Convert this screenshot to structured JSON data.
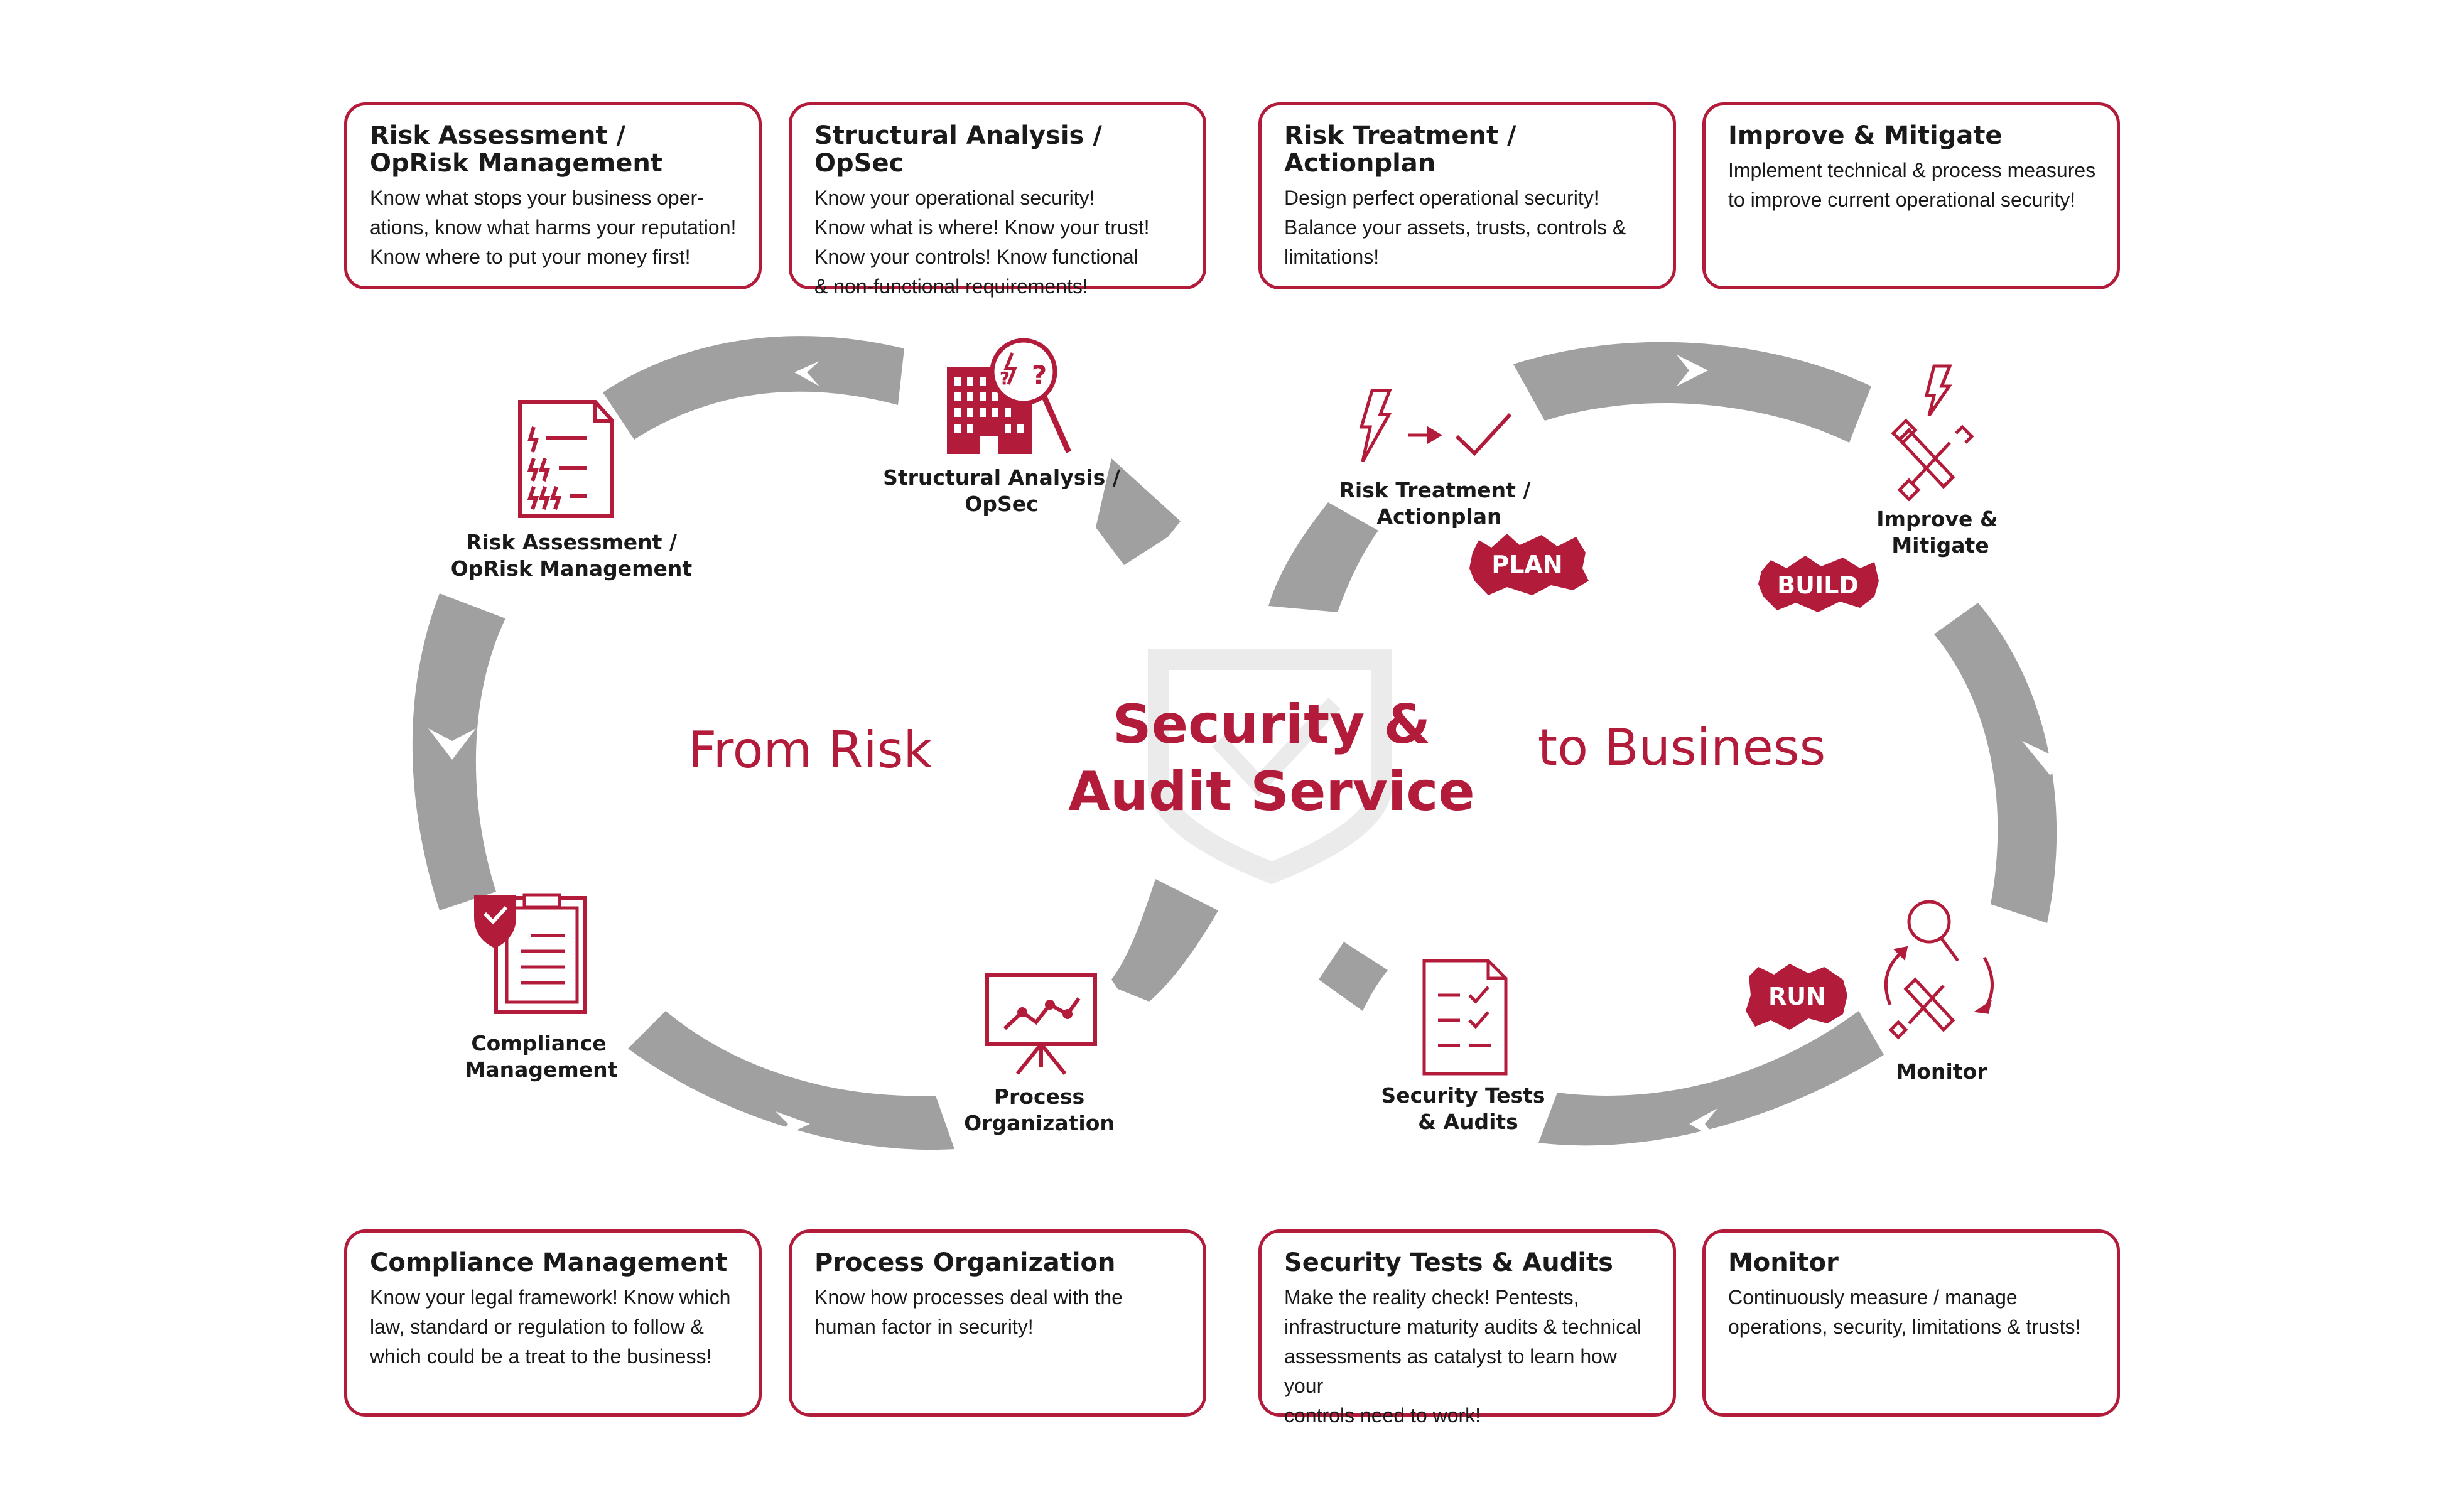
{
  "colors": {
    "accent": "#b31b3a",
    "arrow": "#a0a0a0",
    "text": "#1a1a1a"
  },
  "cards": [
    {
      "title": "Risk Assessment /\nOpRisk Management",
      "body": "Know what stops your business oper-\nations, know what harms your reputation!\nKnow where to put your money first!"
    },
    {
      "title": "Structural Analysis / OpSec",
      "body": "Know your operational security!\nKnow what is where! Know your trust!\nKnow your controls! Know functional\n& non-functional requirements!"
    },
    {
      "title": "Risk Treatment / Actionplan",
      "body": "Design perfect operational security!\nBalance your assets, trusts, controls &\nlimitations!"
    },
    {
      "title": "Improve & Mitigate",
      "body": "Implement technical & process measures\nto improve current operational security!"
    },
    {
      "title": "Compliance Management",
      "body": "Know your legal framework! Know which\nlaw, standard or regulation to follow &\nwhich could be a treat to the business!"
    },
    {
      "title": "Process Organization",
      "body": "Know how processes deal with the\nhuman factor in security!"
    },
    {
      "title": "Security Tests & Audits",
      "body": "Make the reality check! Pentests,\ninfrastructure maturity audits & technical\nassessments as catalyst to learn how your\ncontrols need to work!"
    },
    {
      "title": "Monitor",
      "body": "Continuously measure / manage\noperations, security, limitations & trusts!"
    }
  ],
  "nodes": {
    "risk_assessment": {
      "line1": "Risk Assessment /",
      "line2": "OpRisk Management",
      "icon": "risk-document-icon"
    },
    "structural_analysis": {
      "line1": "Structural Analysis /",
      "line2": "OpSec",
      "icon": "building-analysis-icon"
    },
    "compliance": {
      "line1": "Compliance",
      "line2": "Management",
      "icon": "compliance-clipboard-icon"
    },
    "process": {
      "line1": "Process",
      "line2": "Organization",
      "icon": "process-chart-icon"
    },
    "risk_treatment": {
      "line1": "Risk Treatment /",
      "line2": "Actionplan",
      "icon": "risk-treatment-icon"
    },
    "improve": {
      "line1": "Improve &",
      "line2": "Mitigate",
      "icon": "tools-icon"
    },
    "security_tests": {
      "line1": "Security Tests",
      "line2": "& Audits",
      "icon": "checklist-icon"
    },
    "monitor": {
      "line1": "Monitor",
      "icon": "monitor-cycle-icon"
    }
  },
  "center": {
    "line1": "Security &",
    "line2": "Audit Service"
  },
  "left_text": "From Risk",
  "right_text": "to Business",
  "stamps": {
    "plan": "PLAN",
    "build": "BUILD",
    "run": "RUN"
  }
}
